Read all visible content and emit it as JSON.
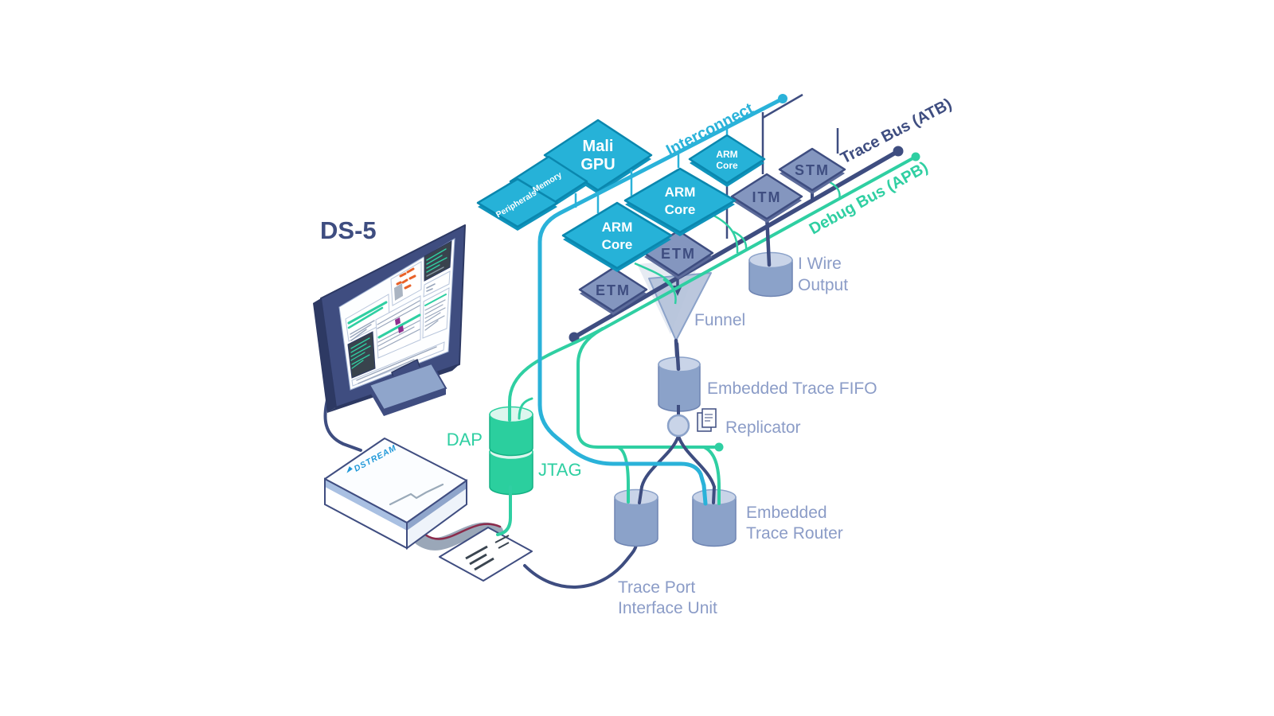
{
  "palette": {
    "cyan": "#2ab2d9",
    "navy": "#3e4d80",
    "green": "#2fcfa2",
    "slate_block": "#8496bf",
    "teal_block": "#26b2d8",
    "label_blue": "#8b9cc7"
  },
  "host": {
    "label": "DS-5"
  },
  "probe": {
    "logo": "DSTREAM"
  },
  "buses": {
    "interconnect": {
      "label": "Interconnect"
    },
    "trace": {
      "label": "Trace Bus (ATB)"
    },
    "debug": {
      "label": "Debug Bus (APB)"
    }
  },
  "soc": {
    "mali": {
      "line1": "Mali",
      "line2": "GPU"
    },
    "memory": {
      "label": "Memory"
    },
    "peripherals": {
      "label": "Peripherals"
    },
    "core1": {
      "line1": "ARM",
      "line2": "Core"
    },
    "core2": {
      "line1": "ARM",
      "line2": "Core"
    },
    "core3": {
      "line1": "ARM",
      "line2": "Core"
    },
    "etm1": {
      "label": "ETM"
    },
    "etm2": {
      "label": "ETM"
    },
    "itm": {
      "label": "ITM"
    },
    "stm": {
      "label": "STM"
    }
  },
  "debug_components": {
    "iwire": {
      "line1": "I Wire",
      "line2": "Output"
    },
    "funnel": {
      "label": "Funnel"
    },
    "etf": {
      "label": "Embedded Trace FIFO"
    },
    "replicator": {
      "label": "Replicator"
    },
    "etr": {
      "line1": "Embedded",
      "line2": "Trace Router"
    },
    "tpiu": {
      "line1": "Trace Port",
      "line2": "Interface Unit"
    },
    "dap": {
      "label": "DAP"
    },
    "jtag": {
      "label": "JTAG"
    }
  }
}
